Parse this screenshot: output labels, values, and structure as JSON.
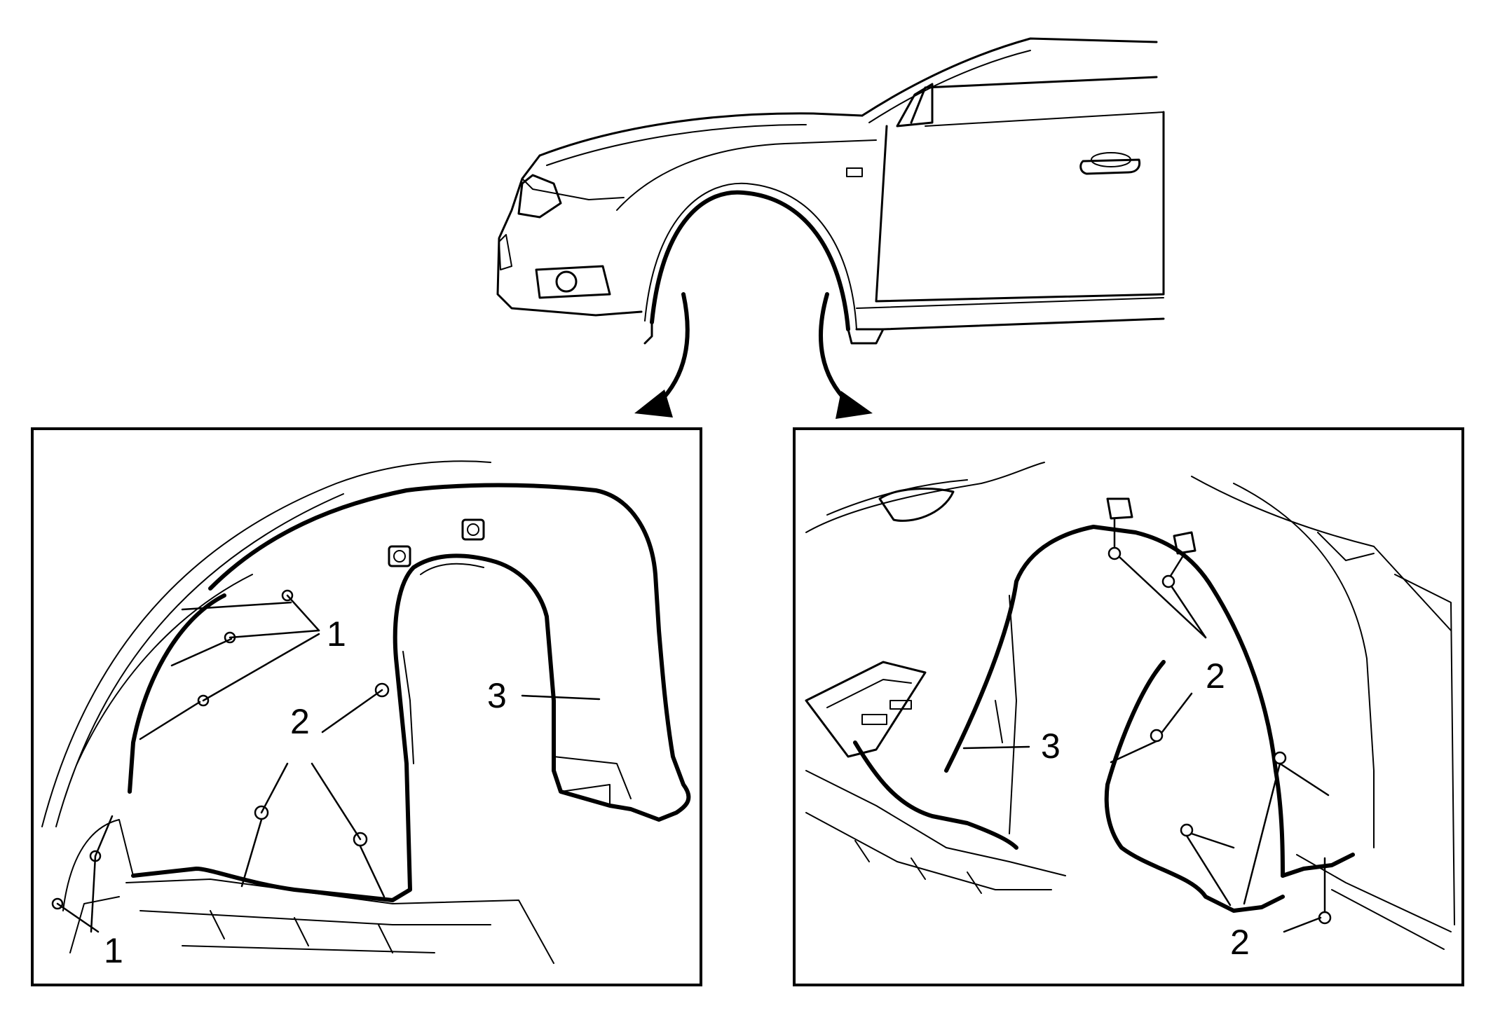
{
  "callouts": {
    "left": {
      "c1_top": "1",
      "c1_bottom": "1",
      "c2": "2",
      "c3": "3"
    },
    "right": {
      "c2_top": "2",
      "c2_bottom": "2",
      "c3": "3"
    }
  }
}
